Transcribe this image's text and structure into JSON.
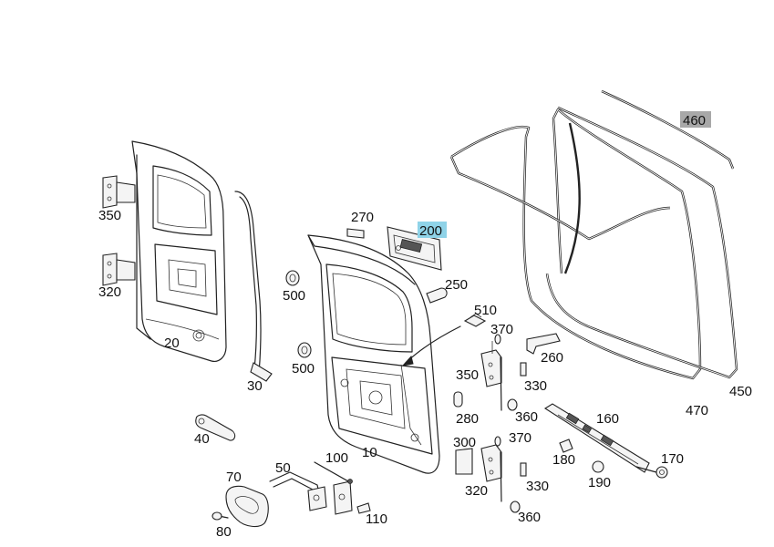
{
  "colors": {
    "highlight_blue": "#8fd3e8",
    "highlight_gray": "#a8a8a8"
  },
  "parts": {
    "p460": "460",
    "p200": "200",
    "p270": "270",
    "p350a": "350",
    "p320a": "320",
    "p500a": "500",
    "p250": "250",
    "p510": "510",
    "p20": "20",
    "p370a": "370",
    "p260": "260",
    "p500b": "500",
    "p350b": "350",
    "p330a": "330",
    "p30": "30",
    "p360a": "360",
    "p280": "280",
    "p160": "160",
    "p470": "470",
    "p450": "450",
    "p10": "10",
    "p40": "40",
    "p300": "300",
    "p370b": "370",
    "p50": "50",
    "p100": "100",
    "p180": "180",
    "p170": "170",
    "p70": "70",
    "p320b": "320",
    "p330b": "330",
    "p190": "190",
    "p110": "110",
    "p80": "80",
    "p360b": "360"
  }
}
